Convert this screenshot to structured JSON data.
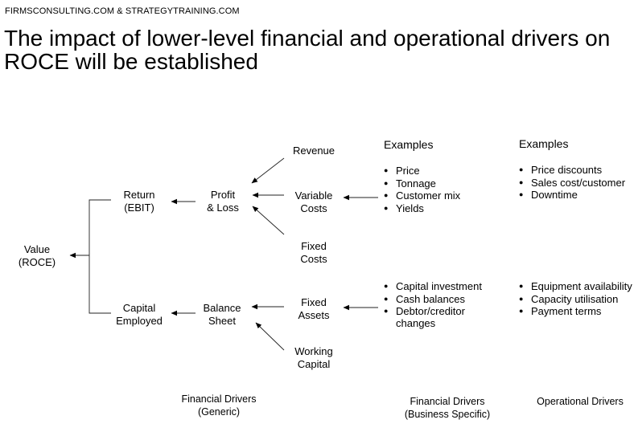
{
  "header": "FIRMSCONSULTING.COM & STRATEGYTRAINING.COM",
  "title": "The impact of lower-level financial and operational drivers on ROCE will be established",
  "nodes": {
    "value": [
      "Value",
      "(ROCE)"
    ],
    "return": [
      "Return",
      "(EBIT)"
    ],
    "capital_employed": [
      "Capital",
      "Employed"
    ],
    "profit_loss": [
      "Profit",
      "& Loss"
    ],
    "balance_sheet": [
      "Balance",
      "Sheet"
    ],
    "revenue": [
      "Revenue"
    ],
    "variable_costs": [
      "Variable",
      "Costs"
    ],
    "fixed_costs": [
      "Fixed",
      "Costs"
    ],
    "fixed_assets": [
      "Fixed",
      "Assets"
    ],
    "working_capital": [
      "Working",
      "Capital"
    ]
  },
  "examples_heading": "Examples",
  "financial_examples_costs": [
    "Price",
    "Tonnage",
    "Customer mix",
    "Yields"
  ],
  "financial_examples_assets": [
    "Capital investment",
    "Cash balances",
    "Debtor/creditor",
    "changes"
  ],
  "operational_examples_costs": [
    "Price discounts",
    "Sales cost/customer",
    "Downtime"
  ],
  "operational_examples_assets": [
    "Equipment availability",
    "Capacity utilisation",
    "Payment terms"
  ],
  "footers": {
    "generic": [
      "Financial Drivers",
      "(Generic)"
    ],
    "business_specific": [
      "Financial Drivers",
      "(Business Specific)"
    ],
    "operational": [
      "Operational Drivers"
    ]
  }
}
